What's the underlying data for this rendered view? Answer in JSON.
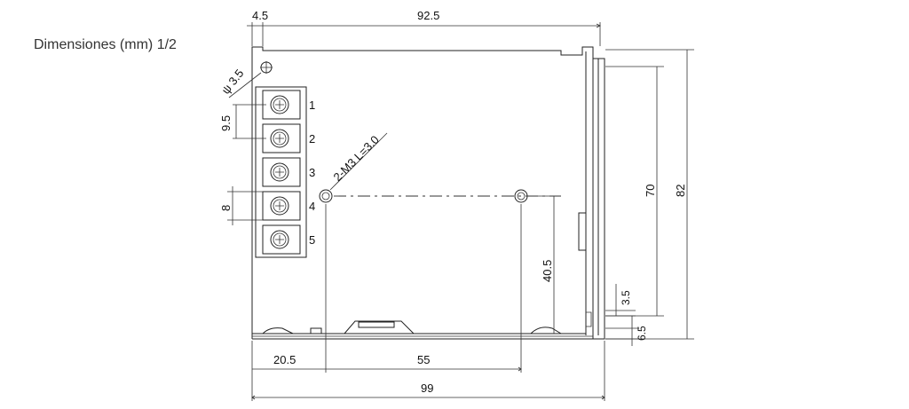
{
  "title": "Dimensiones (mm) 1/2",
  "dimensions": {
    "top_offset": "4.5",
    "top_width": "92.5",
    "hole_diameter": "ψ 3.5",
    "terminal_pitch": "9.5",
    "terminal_width": "8",
    "mount_holes": "2-M3 L=3.0",
    "hole_height": "40.5",
    "inner_height": "70",
    "total_height": "82",
    "bottom_offset_a": "3.5",
    "bottom_offset_b": "6.5",
    "left_offset": "20.5",
    "hole_spacing": "55",
    "total_width": "99"
  },
  "terminals": [
    "1",
    "2",
    "3",
    "4",
    "5"
  ]
}
